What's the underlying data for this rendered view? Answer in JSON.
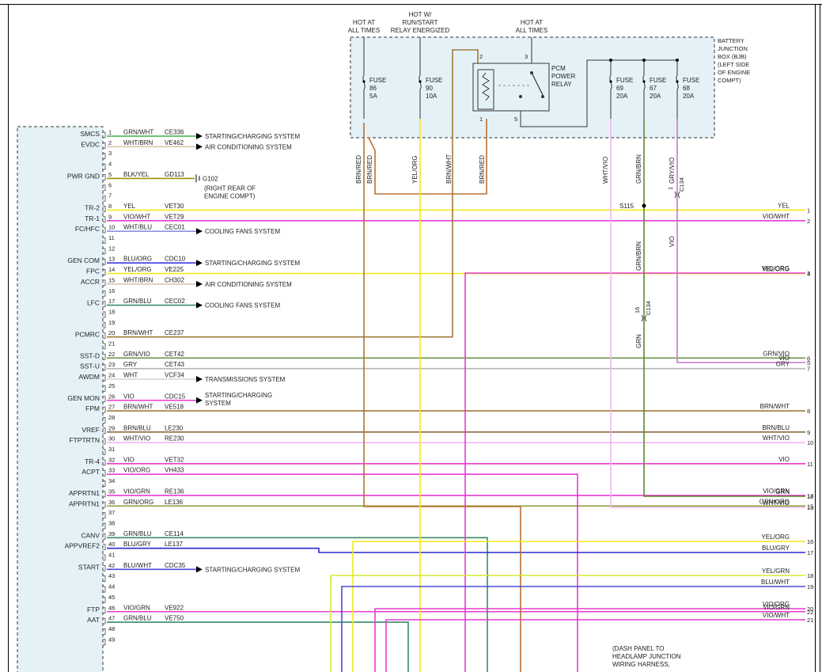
{
  "top_labels": {
    "hot_all_times_1": [
      "HOT AT",
      "ALL TIMES"
    ],
    "hot_run_start": [
      "HOT W/",
      "RUN/START",
      "RELAY ENERGIZED"
    ],
    "hot_all_times_2": [
      "HOT AT",
      "ALL TIMES"
    ]
  },
  "bjb_label": [
    "BATTERY",
    "JUNCTION",
    "BOX (BJB)",
    "(LEFT SIDE",
    "OF ENGINE",
    "COMPT)"
  ],
  "relay_label": [
    "PCM",
    "POWER",
    "RELAY"
  ],
  "relay_pins": [
    "2",
    "3",
    "1",
    "5"
  ],
  "fuses": [
    {
      "lines": [
        "FUSE",
        "86",
        "5A"
      ],
      "wire": "BRN/RED"
    },
    {
      "lines": [
        "FUSE",
        "90",
        "10A"
      ],
      "wire": "YEL/ORG"
    },
    {
      "lines": [
        "FUSE",
        "69",
        "20A"
      ],
      "wire": "WHT/VIO"
    },
    {
      "lines": [
        "FUSE",
        "67",
        "20A"
      ],
      "wire": "GRN/BRN"
    },
    {
      "lines": [
        "FUSE",
        "68",
        "20A"
      ],
      "wire": "GRY/VIO"
    }
  ],
  "vertical_wire_labels": [
    "BRN/RED",
    "BRN/RED",
    "YEL/ORG",
    "BRN/WHT",
    "BRN/RED",
    "WHT/VIO",
    "GRN/BRN",
    "GRY/VIO",
    "VIO",
    "GRN/BRN",
    "GRN"
  ],
  "splice": "S115",
  "connector_c134": {
    "name": "C134",
    "pins": [
      "1",
      "16"
    ]
  },
  "ground": {
    "name": "G102",
    "location": [
      "(RIGHT REAR OF",
      "ENGINE COMPT)"
    ]
  },
  "pcm_pins": [
    {
      "pin": "1",
      "signal": "SMCS",
      "color": "GRN/WHT",
      "circuit": "CE336",
      "dest": "STARTING/CHARGING SYSTEM"
    },
    {
      "pin": "2",
      "signal": "EVDC",
      "color": "WHT/BRN",
      "circuit": "VE462",
      "dest": "AIR CONDITIONING SYSTEM"
    },
    {
      "pin": "3"
    },
    {
      "pin": "4"
    },
    {
      "pin": "5",
      "signal": "PWR GND",
      "color": "BLK/YEL",
      "circuit": "GD113"
    },
    {
      "pin": "6"
    },
    {
      "pin": "7"
    },
    {
      "pin": "8",
      "signal": "TR-2",
      "color": "YEL",
      "circuit": "VET30",
      "right_label": "YEL",
      "right_num": "1"
    },
    {
      "pin": "9",
      "signal": "TR-1",
      "color": "VIO/WHT",
      "circuit": "VET29",
      "right_label": "VIO/WHT",
      "right_num": "2"
    },
    {
      "pin": "10",
      "signal": "FC/HFC",
      "color": "WHT/BLU",
      "circuit": "CEC01",
      "dest": "COOLING FANS SYSTEM"
    },
    {
      "pin": "11"
    },
    {
      "pin": "12"
    },
    {
      "pin": "13",
      "signal": "GEN COM",
      "color": "BLU/ORG",
      "circuit": "CDC10",
      "dest": "STARTING/CHARGING SYSTEM"
    },
    {
      "pin": "14",
      "signal": "FPC",
      "color": "YEL/ORG",
      "circuit": "VE225",
      "right_label": "YEL/ORG",
      "right_num": "4"
    },
    {
      "pin": "15",
      "signal": "ACCR",
      "color": "WHT/BRN",
      "circuit": "CH302",
      "dest": "AIR CONDITIONING SYSTEM"
    },
    {
      "pin": "16"
    },
    {
      "pin": "17",
      "signal": "LFC",
      "color": "GRN/BLU",
      "circuit": "CEC02",
      "dest": "COOLING FANS SYSTEM"
    },
    {
      "pin": "18"
    },
    {
      "pin": "19"
    },
    {
      "pin": "20",
      "signal": "PCMRC",
      "color": "BRN/WHT",
      "circuit": "CE237"
    },
    {
      "pin": "21"
    },
    {
      "pin": "22",
      "signal": "SST-D",
      "color": "GRN/VIO",
      "circuit": "CET42",
      "right_label": "GRN/VIO",
      "right_num": "6"
    },
    {
      "pin": "23",
      "signal": "SST-U",
      "color": "GRY",
      "circuit": "CET43",
      "right_label": "GRY",
      "right_num": "7"
    },
    {
      "pin": "24",
      "signal": "AWDM",
      "color": "WHT",
      "circuit": "VCF34",
      "dest": "TRANSMISSIONS SYSTEM"
    },
    {
      "pin": "25"
    },
    {
      "pin": "26",
      "signal": "GEN MON",
      "color": "VIO",
      "circuit": "CDC15",
      "dest": "STARTING/CHARGING SYSTEM"
    },
    {
      "pin": "27",
      "signal": "FPM",
      "color": "BRN/WHT",
      "circuit": "VE518",
      "right_label": "BRN/WHT",
      "right_num": "8"
    },
    {
      "pin": "28"
    },
    {
      "pin": "29",
      "signal": "VREF",
      "color": "BRN/BLU",
      "circuit": "LE230",
      "right_label": "BRN/BLU",
      "right_num": "9"
    },
    {
      "pin": "30",
      "signal": "FTPTRTN",
      "color": "WHT/VIO",
      "circuit": "RE230",
      "right_label": "WHT/VIO",
      "right_num": "10"
    },
    {
      "pin": "31"
    },
    {
      "pin": "32",
      "signal": "TR-4",
      "color": "VIO",
      "circuit": "VET32",
      "right_label": "VIO",
      "right_num": "11"
    },
    {
      "pin": "33",
      "signal": "ACPT",
      "color": "VIO/ORG",
      "circuit": "VH433"
    },
    {
      "pin": "34"
    },
    {
      "pin": "35",
      "signal": "APPRTN1",
      "color": "VIO/GRN",
      "circuit": "RE136",
      "right_label": "VIO/GRN",
      "right_num": "14"
    },
    {
      "pin": "36",
      "signal": "APPRTN1",
      "color": "GRN/ORG",
      "circuit": "LE136",
      "right_label": "GRN/ORG",
      "right_num": "15"
    },
    {
      "pin": "37"
    },
    {
      "pin": "38"
    },
    {
      "pin": "39",
      "signal": "CANV",
      "color": "GRN/BLU",
      "circuit": "CE114"
    },
    {
      "pin": "40",
      "signal": "APPVREF2",
      "color": "BLU/GRY",
      "circuit": "LE137"
    },
    {
      "pin": "41"
    },
    {
      "pin": "42",
      "signal": "START",
      "color": "BLU/WHT",
      "circuit": "CDC35",
      "dest": "STARTING/CHARGING SYSTEM"
    },
    {
      "pin": "43"
    },
    {
      "pin": "44"
    },
    {
      "pin": "45"
    },
    {
      "pin": "46",
      "signal": "FTP",
      "color": "VIO/GRN",
      "circuit": "VE922",
      "right_label": "VIO/GRN",
      "right_num": "22"
    },
    {
      "pin": "47",
      "signal": "AAT",
      "color": "GRN/BLU",
      "circuit": "VE750"
    },
    {
      "pin": "48"
    },
    {
      "pin": "49"
    }
  ],
  "right_terminals": [
    {
      "num": "3",
      "label": "VIO/ORG"
    },
    {
      "num": "5",
      "label": "VIO"
    },
    {
      "num": "12",
      "label": "GRN"
    },
    {
      "num": "13",
      "label": "WHT/VIO"
    },
    {
      "num": "16",
      "label": "YEL/ORG"
    },
    {
      "num": "17",
      "label": "BLU/GRY"
    },
    {
      "num": "18",
      "label": "YEL/GRN"
    },
    {
      "num": "19",
      "label": "BLU/WHT"
    },
    {
      "num": "20",
      "label": "VIO/ORG"
    },
    {
      "num": "21",
      "label": "VIO/WHT"
    }
  ],
  "note": [
    "(DASH PANEL TO",
    "HEADLAMP JUNCTION",
    "WIRING HARNESS,"
  ],
  "wire_colors": {
    "YEL": "#f2ea1a",
    "VIO/WHT": "#e83ad4",
    "VIO/ORG": "#e83ad4",
    "VIO": "#e83ad4",
    "VIO/GRN": "#e83ad4",
    "YEL/ORG": "#f2ea1a",
    "YEL/GRN": "#d8e835",
    "GRN/VIO": "#6b9a4a",
    "GRY": "#b4b4b4",
    "BRN/WHT": "#a07a3a",
    "BRN/BLU": "#8a6a3a",
    "WHT/VIO": "#f0b8f0",
    "GRN": "#40a040",
    "GRN/ORG": "#8a9a3a",
    "BLU/GRY": "#2a2ad0",
    "BLU/WHT": "#4a4ad8",
    "GRN/WHT": "#40b040",
    "WHT/BRN": "#d8c8a8",
    "WHT/BLU": "#9090e0",
    "BLU/ORG": "#3a3ae0",
    "GRN/BLU": "#3a8a6a",
    "WHT": "#d8d8d8",
    "BRN/RED": "#b87030",
    "GRN/BRN": "#5a8a30",
    "GRY/VIO": "#c878c8",
    "BLK/YEL": "#a09000"
  }
}
